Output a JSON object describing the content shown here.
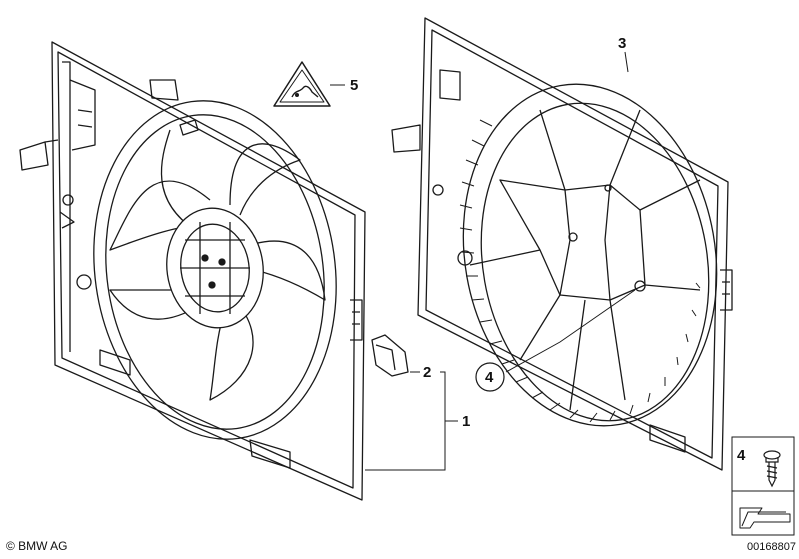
{
  "callouts": {
    "fan_shroud": "1",
    "bracket": "2",
    "electric_fan": "3",
    "bolt": "4",
    "warning_label": "5"
  },
  "footer": {
    "copyright": "© BMW AG",
    "document_number": "00168807"
  }
}
